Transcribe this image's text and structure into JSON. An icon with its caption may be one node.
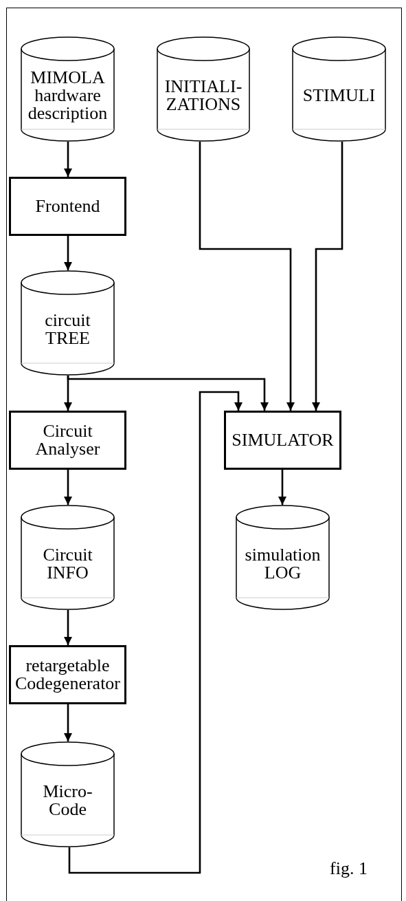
{
  "diagram": {
    "nodes": [
      {
        "text": [
          "MIMOLA hardware description"
        ]
      },
      {
        "text": [
          "INITIALI- ZATIONS"
        ]
      },
      {
        "text": [
          "STIMULI"
        ]
      },
      {
        "text": [
          "Frontend"
        ]
      },
      {
        "text": [
          "circuit TREE"
        ]
      },
      {
        "text": [
          "Circuit Analyser"
        ]
      },
      {
        "text": [
          "SIMULATOR"
        ]
      },
      {
        "text": [
          "Circuit INFO"
        ]
      },
      {
        "text": [
          "simulation LOG"
        ]
      },
      {
        "text": [
          "retargetable Codegenerator"
        ]
      },
      {
        "text": [
          "Micro- Code"
        ]
      }
    ],
    "edges": [
      {
        "from": 0,
        "to": 3,
        "arrow": "to"
      },
      {
        "from": 3,
        "to": 4,
        "arrow": "to"
      },
      {
        "from": 4,
        "to": 5,
        "arrow": "to"
      },
      {
        "from": 4,
        "to": 6,
        "arrow": "to"
      },
      {
        "from": 1,
        "to": 6,
        "arrow": "to"
      },
      {
        "from": 2,
        "to": 6,
        "arrow": "to"
      },
      {
        "from": 6,
        "to": 8,
        "arrow": "to"
      },
      {
        "from": 5,
        "to": 7,
        "arrow": "to"
      },
      {
        "from": 7,
        "to": 9,
        "arrow": "to"
      },
      {
        "from": 9,
        "to": 10,
        "arrow": "to"
      },
      {
        "from": 10,
        "to": 6,
        "arrow": "to"
      }
    ],
    "labels": [
      "fig. 1"
    ]
  }
}
